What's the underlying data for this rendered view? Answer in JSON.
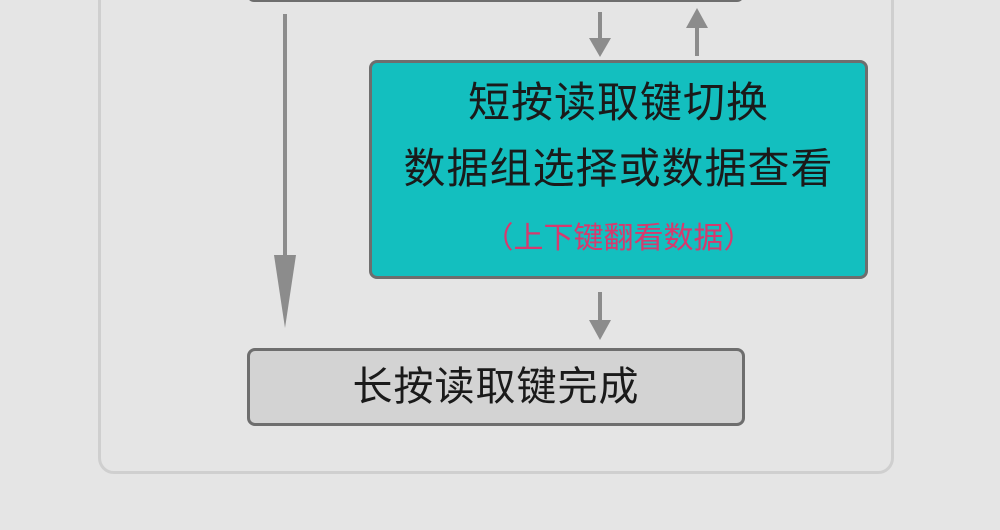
{
  "teal_box": {
    "line1": "短按读取键切换",
    "line2": "数据组选择或数据查看",
    "note": "（上下键翻看数据）"
  },
  "bottom_box": {
    "label": "长按读取键完成"
  },
  "colors": {
    "background": "#e5e5e5",
    "teal": "#13bfbf",
    "box_gray": "#d3d3d3",
    "border": "#6e6e6e",
    "arrow": "#8c8c8c",
    "note_text": "#d63a6e"
  }
}
